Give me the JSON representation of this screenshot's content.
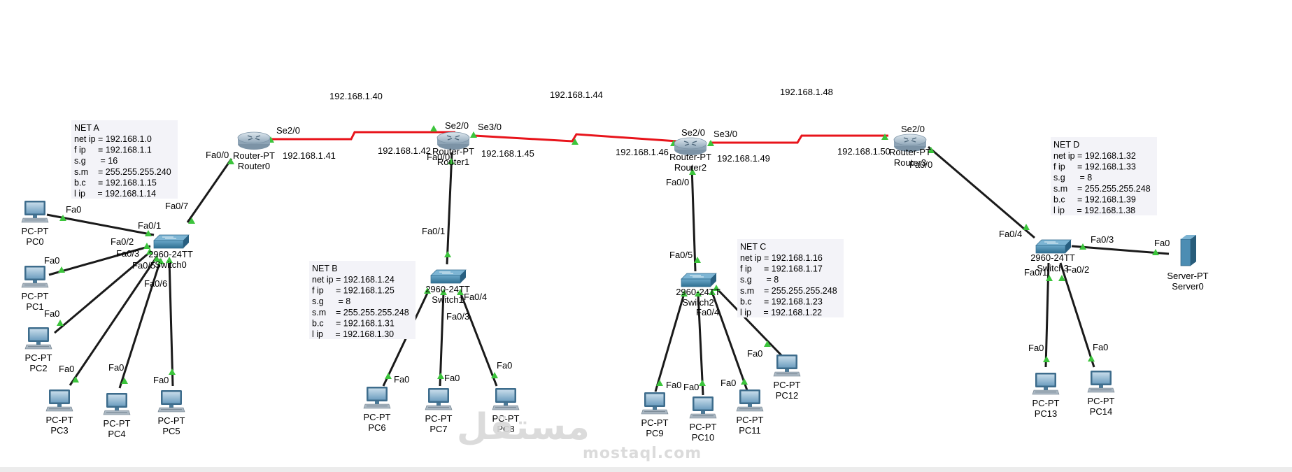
{
  "networks": [
    {
      "title": "NET A",
      "lines": [
        "net ip = 192.168.1.0",
        "f ip     = 192.168.1.1",
        "s.g      = 16",
        "s.m    = 255.255.255.240",
        "b.c     = 192.168.1.15",
        "l ip     = 192.168.1.14"
      ]
    },
    {
      "title": "NET B",
      "lines": [
        "net ip = 192.168.1.24",
        "f ip     = 192.168.1.25",
        "s.g      = 8",
        "s.m    = 255.255.255.248",
        "b.c     = 192.168.1.31",
        "l ip     = 192.168.1.30"
      ]
    },
    {
      "title": "NET C",
      "lines": [
        "net ip = 192.168.1.16",
        "f ip     = 192.168.1.17",
        "s.g      = 8",
        "s.m    = 255.255.255.248",
        "b.c     = 192.168.1.23",
        "l ip     = 192.168.1.22"
      ]
    },
    {
      "title": "NET D",
      "lines": [
        "net ip = 192.168.1.32",
        "f ip     = 192.168.1.33",
        "s.g      = 8",
        "s.m    = 255.255.255.248",
        "b.c     = 192.168.1.39",
        "l ip     = 192.168.1.38"
      ]
    }
  ],
  "serial_networks": [
    "192.168.1.40",
    "192.168.1.44",
    "192.168.1.48"
  ],
  "link_ips": [
    "192.168.1.41",
    "192.168.1.42",
    "192.168.1.45",
    "192.168.1.46",
    "192.168.1.49",
    "192.168.1.50"
  ],
  "routers": [
    {
      "type": "Router-PT",
      "name": "Router0"
    },
    {
      "type": "Router-PT",
      "name": "Router1"
    },
    {
      "type": "Router-PT",
      "name": "Router2"
    },
    {
      "type": "Router-PT",
      "name": "Router3"
    }
  ],
  "switches": [
    {
      "type": "2960-24TT",
      "name": "Switch0"
    },
    {
      "type": "2960-24TT",
      "name": "Switch1"
    },
    {
      "type": "2960-24TT",
      "name": "Switch2"
    },
    {
      "type": "2960-24TT",
      "name": "Switch3"
    }
  ],
  "pcs": [
    {
      "type": "PC-PT",
      "name": "PC0"
    },
    {
      "type": "PC-PT",
      "name": "PC1"
    },
    {
      "type": "PC-PT",
      "name": "PC2"
    },
    {
      "type": "PC-PT",
      "name": "PC3"
    },
    {
      "type": "PC-PT",
      "name": "PC4"
    },
    {
      "type": "PC-PT",
      "name": "PC5"
    },
    {
      "type": "PC-PT",
      "name": "PC6"
    },
    {
      "type": "PC-PT",
      "name": "PC7"
    },
    {
      "type": "PC-PT",
      "name": "PC8"
    },
    {
      "type": "PC-PT",
      "name": "PC9"
    },
    {
      "type": "PC-PT",
      "name": "PC10"
    },
    {
      "type": "PC-PT",
      "name": "PC11"
    },
    {
      "type": "PC-PT",
      "name": "PC12"
    },
    {
      "type": "PC-PT",
      "name": "PC13"
    },
    {
      "type": "PC-PT",
      "name": "PC14"
    }
  ],
  "server": {
    "type": "Server-PT",
    "name": "Server0"
  },
  "interfaces": {
    "se20": "Se2/0",
    "se30": "Se3/0",
    "fa00": "Fa0/0",
    "fa01": "Fa0/1",
    "fa02": "Fa0/2",
    "fa03": "Fa0/3",
    "fa04": "Fa0/4",
    "fa05": "Fa0/5",
    "fa06": "Fa0/6",
    "fa07": "Fa0/7",
    "fa0": "Fa0"
  },
  "watermark": {
    "arabic": "مستقل",
    "latin": "mostaql.com"
  },
  "colors": {
    "serial_link": "#e8141b",
    "ethernet_link": "#1a1a1a",
    "link_up": "#3cc43c",
    "device_blue": "#3a7fa6"
  }
}
